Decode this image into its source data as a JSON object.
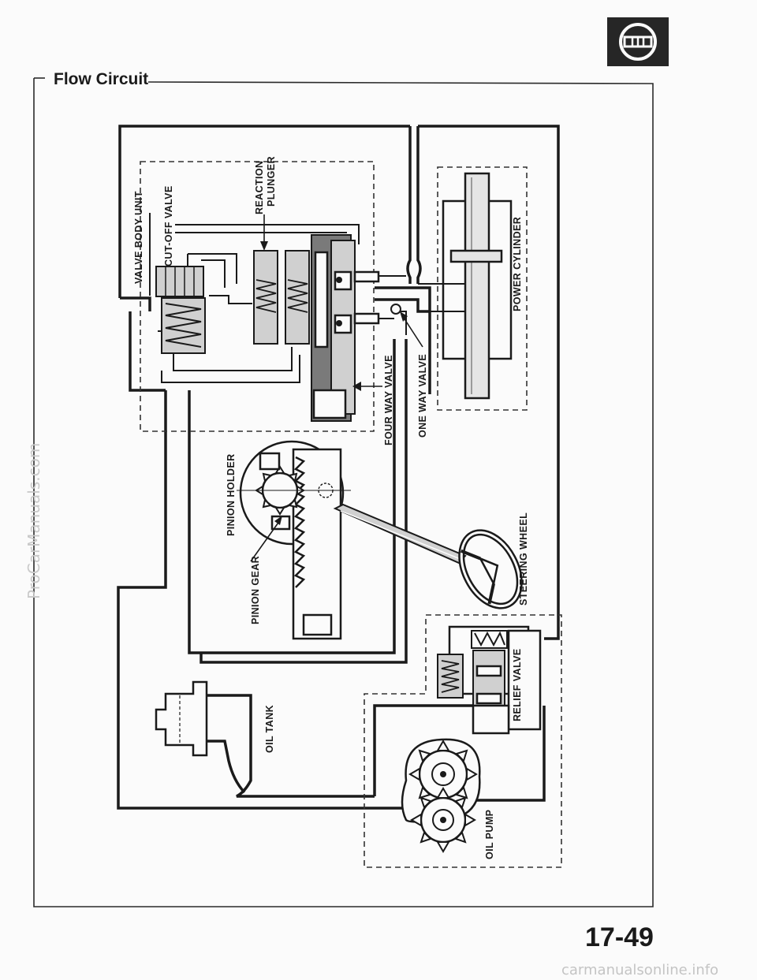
{
  "header": {
    "title": "Flow Circuit",
    "page_number": "17-49",
    "section_icon": "steering-wheel-icon"
  },
  "labels": {
    "valve_body_unit": "VALVE BODY UNIT",
    "cut_off_valve": "CUT-OFF VALVE",
    "reaction": "REACTION",
    "plunger": "PLUNGER",
    "four_way_valve": "FOUR WAY VALVE",
    "one_way_valve": "ONE WAY VALVE",
    "power_cylinder": "POWER CYLINDER",
    "pinion_holder": "PINION HOLDER",
    "pinion_gear": "PINION GEAR",
    "steering_wheel": "STEERING WHEEL",
    "relief_valve": "RELIEF VALVE",
    "oil_tank": "OIL TANK",
    "oil_pump": "OIL PUMP"
  },
  "watermarks": {
    "side": "ProCarManuals.com",
    "bottom": "carmanualsonline.info"
  }
}
